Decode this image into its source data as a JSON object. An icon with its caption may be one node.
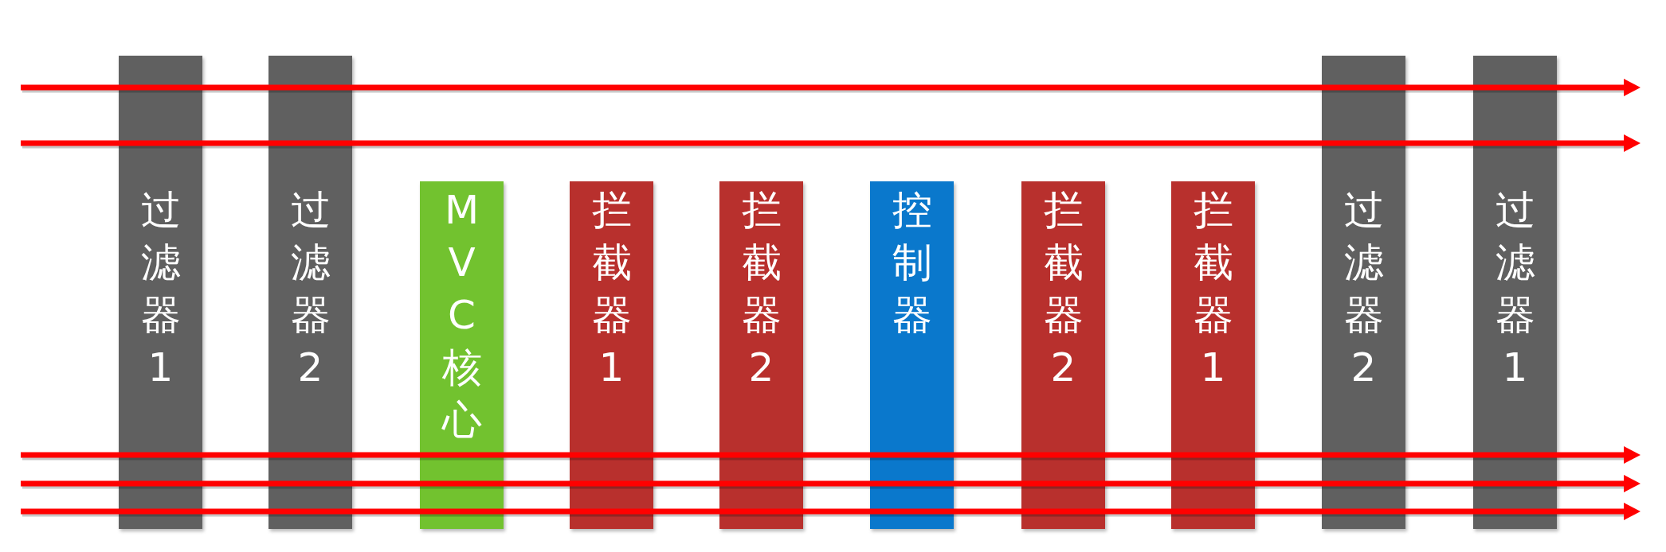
{
  "diagram": {
    "nodes": [
      {
        "text": [
          "过滤器1"
        ]
      },
      {
        "text": [
          "过滤器2"
        ]
      },
      {
        "text": [
          "MVC核心"
        ]
      },
      {
        "text": [
          "拦截器1"
        ]
      },
      {
        "text": [
          "拦截器2"
        ]
      },
      {
        "text": [
          "控制器"
        ]
      },
      {
        "text": [
          "拦截器2"
        ]
      },
      {
        "text": [
          "拦截器1"
        ]
      },
      {
        "text": [
          "过滤器2"
        ]
      },
      {
        "text": [
          "过滤器1"
        ]
      }
    ]
  }
}
